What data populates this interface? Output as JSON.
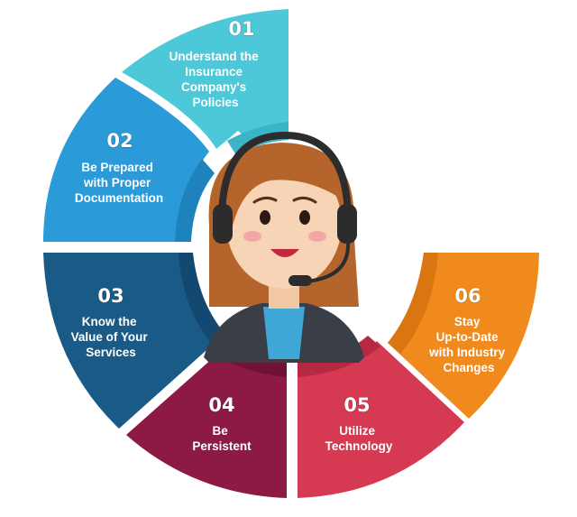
{
  "segments": [
    {
      "number": "01",
      "lines": [
        "Understand the",
        "Insurance",
        "Company's",
        "Policies"
      ],
      "color": "#4cc8d8"
    },
    {
      "number": "02",
      "lines": [
        "Be Prepared",
        "with Proper",
        "Documentation"
      ],
      "color": "#2a9ad8"
    },
    {
      "number": "03",
      "lines": [
        "Know the",
        "Value of Your",
        "Services"
      ],
      "color": "#1a5a86"
    },
    {
      "number": "04",
      "lines": [
        "Be",
        "Persistent"
      ],
      "color": "#8c1a44"
    },
    {
      "number": "05",
      "lines": [
        "Utilize",
        "Technology"
      ],
      "color": "#d63a52"
    },
    {
      "number": "06",
      "lines": [
        "Stay",
        "Up-to-Date",
        "with Industry",
        "Changes"
      ],
      "color": "#f08a1c"
    }
  ],
  "illustration": {
    "subject": "customer-support-agent-with-headset"
  }
}
